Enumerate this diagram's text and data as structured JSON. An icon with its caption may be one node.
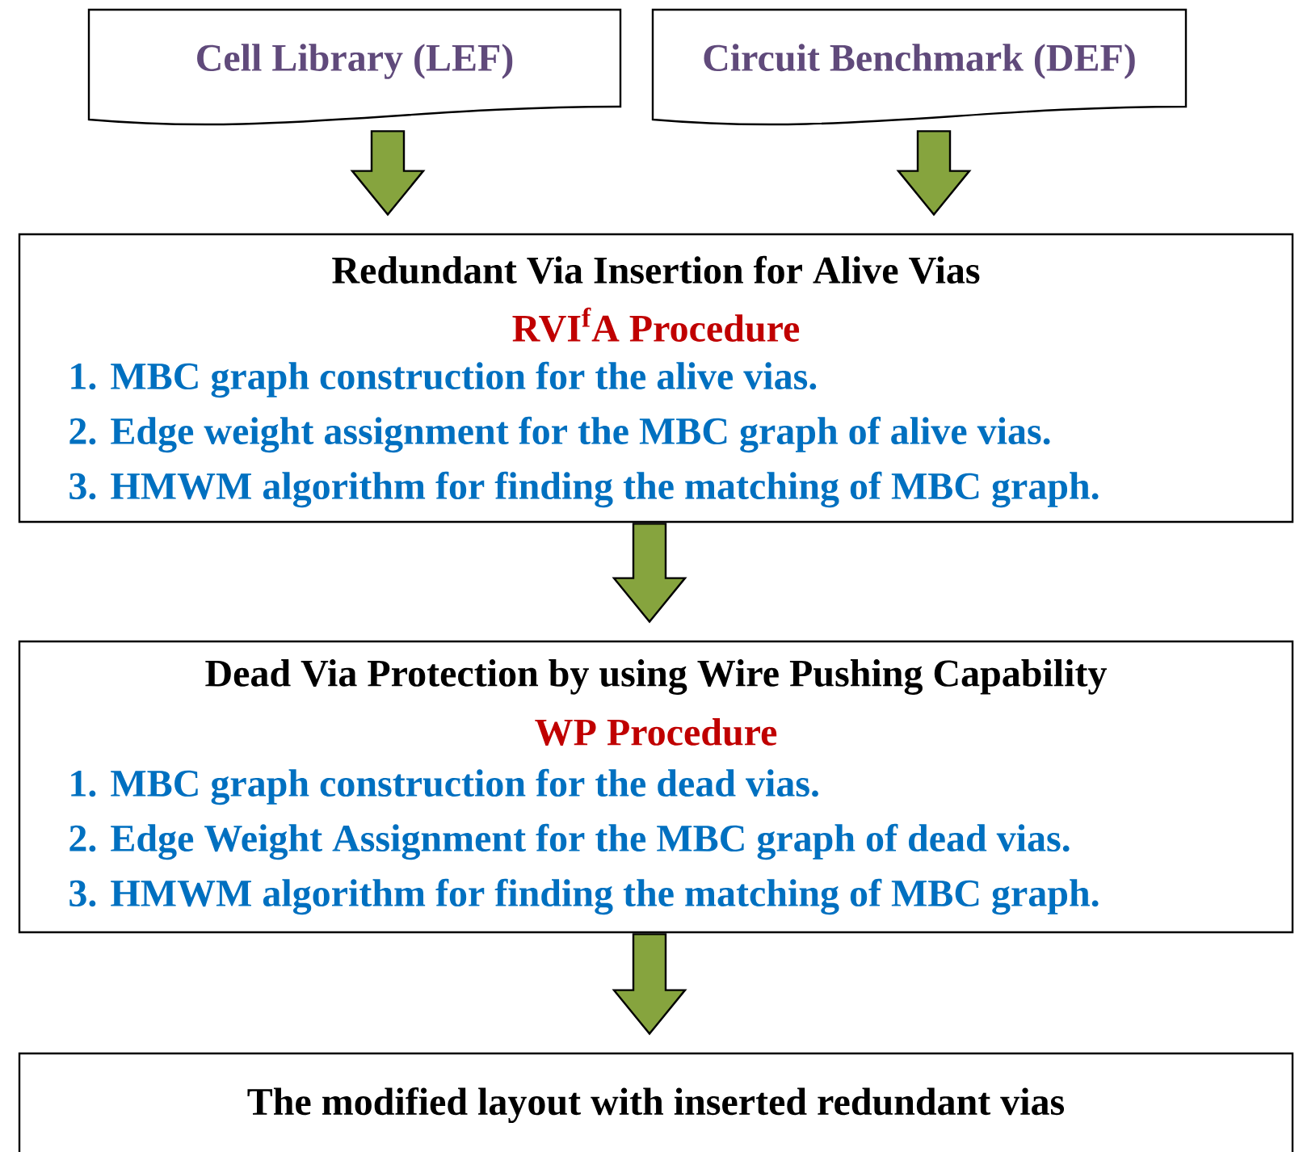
{
  "diagram": {
    "nodes": [
      {
        "text": [
          "Cell Library (LEF)"
        ]
      },
      {
        "text": [
          "Circuit Benchmark (DEF)"
        ]
      },
      {
        "text": [
          "Redundant Via Insertion for Alive Vias",
          "RVI$^{f}$A Procedure",
          "1. MBC graph construction for the alive vias.",
          "2. Edge weight assignment for the MBC graph of alive vias.",
          "3. HMWM algorithm for finding the matching of MBC graph."
        ]
      },
      {
        "text": [
          "Dead Via Protection by using Wire Pushing Capability",
          "WP Procedure",
          "1. MBC graph construction for the dead vias.",
          "2. Edge Weight Assignment for the MBC graph of dead vias.",
          "3. HMWM algorithm for finding the matching of MBC graph."
        ]
      },
      {
        "text": [
          "The modified layout with inserted redundant vias"
        ]
      }
    ],
    "edges": [
      {
        "from": 0,
        "to": 2,
        "arrow": "to"
      },
      {
        "from": 1,
        "to": 2,
        "arrow": "to"
      },
      {
        "from": 2,
        "to": 3,
        "arrow": "to"
      },
      {
        "from": 3,
        "to": 4,
        "arrow": "to"
      }
    ]
  }
}
